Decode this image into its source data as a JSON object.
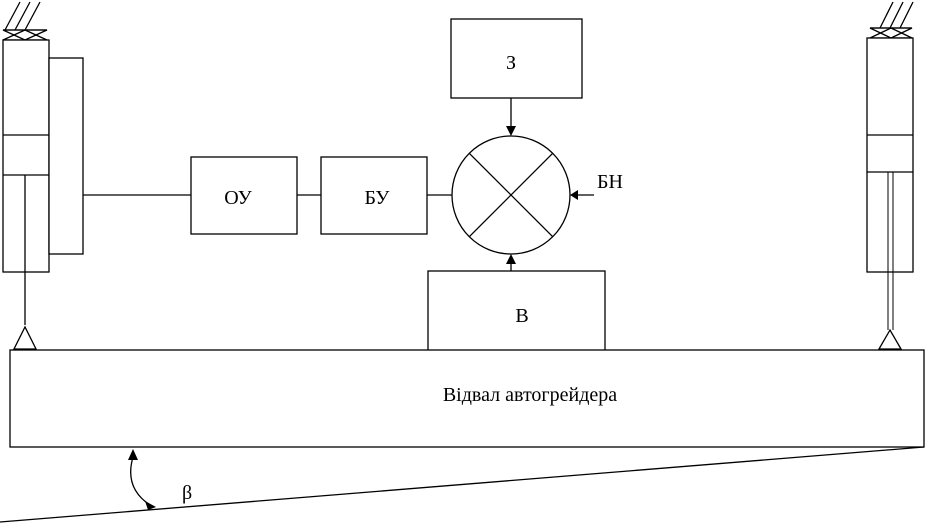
{
  "blocks": {
    "z": "З",
    "ou": "ОУ",
    "bu": "БУ",
    "b": "В",
    "bn": "БН",
    "blade": "Відвал автогрейдера"
  },
  "angle_label": "β"
}
